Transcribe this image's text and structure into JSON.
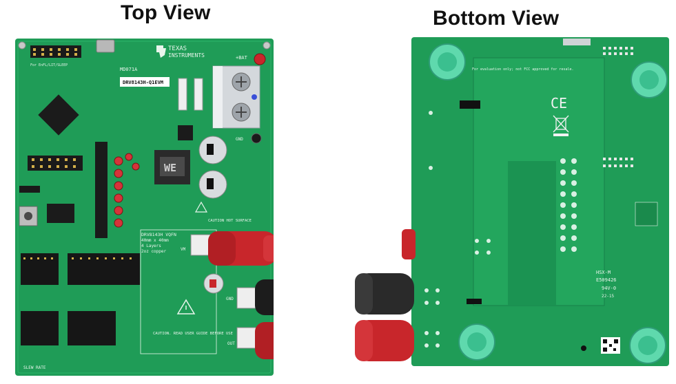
{
  "titles": {
    "top": "Top View",
    "bottom": "Bottom View"
  },
  "top_board": {
    "model_label": "DRV8143H-Q1EVM",
    "board_id": "MD071A",
    "brand_line1": "TEXAS",
    "brand_line2": "INSTRUMENTS",
    "bat_label": "+BAT",
    "gnd_label": "GND",
    "caution_hot": "CAUTION HOT SURFACE",
    "package_info_1": "DRV8143H VQFN",
    "package_info_2": "40mm x 40mm",
    "package_info_3": "4 Layers",
    "package_info_4": "2oz copper",
    "caution_read": "CAUTION. READ USER GUIDE BEFORE USE",
    "out_label": "OUT",
    "slew_rate_label": "SLEW RATE",
    "inductor_mark": "WE",
    "silk_top": "For EnFL/LIT/SLEEP"
  },
  "bottom_board": {
    "fcc_note": "For evaluation only; not FCC approved for resale.",
    "ce_mark": "CE",
    "pcb_code_1": "HSX-M",
    "pcb_code_2": "E509426",
    "pcb_code_3": "94V-0",
    "pcb_code_4": "22-15"
  },
  "colors": {
    "pcb_green": "#1d9a55",
    "pcb_dark": "#147a43",
    "red_post": "#c8262b",
    "black_post": "#2a2a2a",
    "standoff": "#4fd1a1"
  }
}
